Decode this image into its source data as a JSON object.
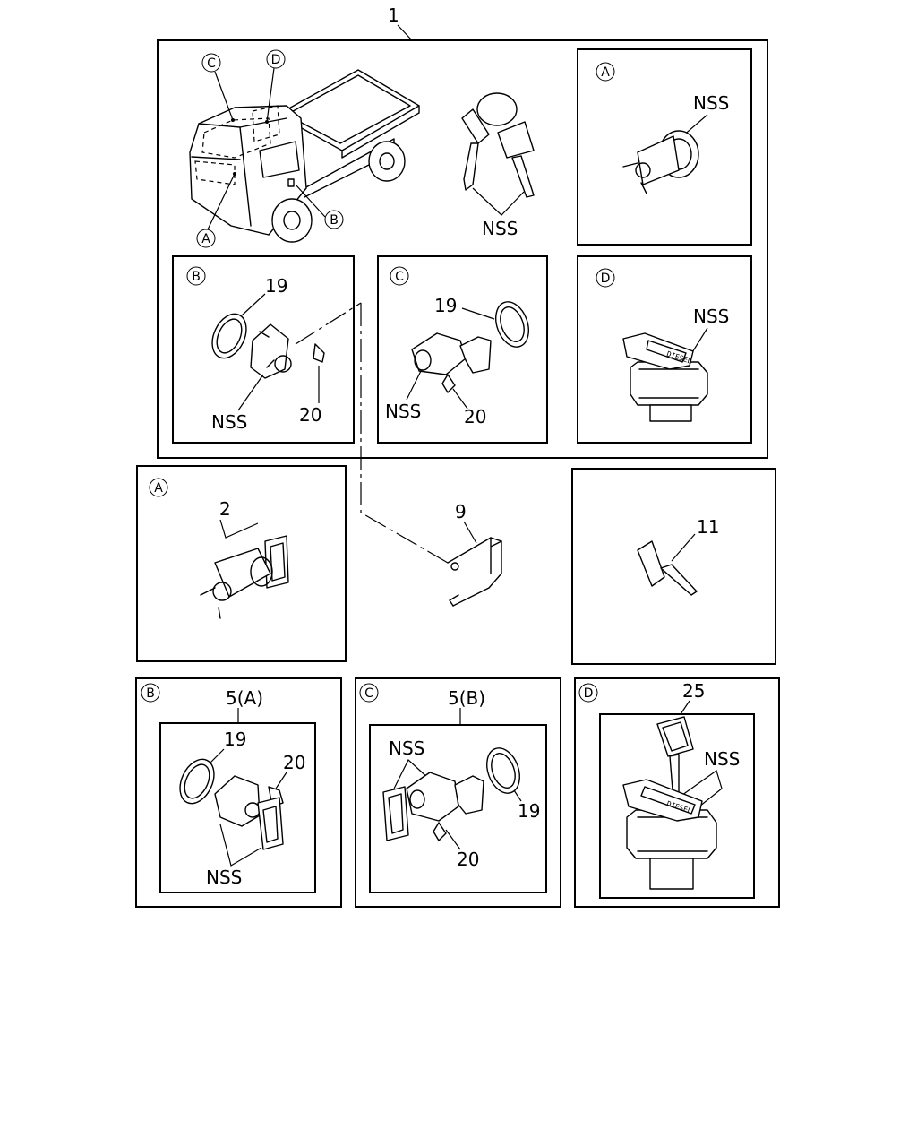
{
  "labels": {
    "assembly_ref": "1",
    "callout_a": "A",
    "callout_b": "B",
    "callout_c": "C",
    "callout_d": "D",
    "nss": "NSS",
    "part_2": "2",
    "part_9": "9",
    "part_11": "11",
    "part_19": "19",
    "part_20": "20",
    "part_25": "25",
    "part_5a": "5(A)",
    "part_5b": "5(B)",
    "diesel_stamp": "DIESEL"
  }
}
